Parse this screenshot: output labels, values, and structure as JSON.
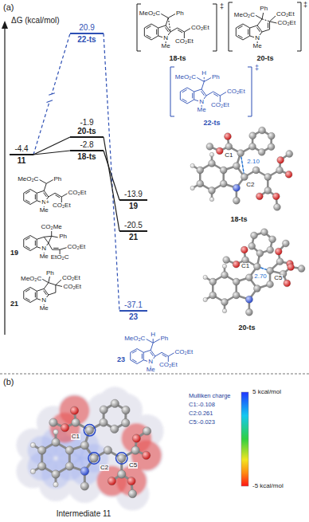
{
  "diagram": {
    "nodes": [
      {
        "text": [
          "-4.4",
          "11"
        ]
      },
      {
        "text": [
          "20.9",
          "22-ts"
        ]
      },
      {
        "text": [
          "-1.9",
          "20-ts"
        ]
      },
      {
        "text": [
          "-2.8",
          "18-ts"
        ]
      },
      {
        "text": [
          "-13.9",
          "19"
        ]
      },
      {
        "text": [
          "-20.5",
          "21"
        ]
      },
      {
        "text": [
          "-37.1",
          "23"
        ]
      }
    ],
    "edges": [
      {
        "from": 0,
        "to": 1,
        "arrow": "none"
      },
      {
        "from": 0,
        "to": 2,
        "arrow": "none"
      },
      {
        "from": 0,
        "to": 3,
        "arrow": "none"
      },
      {
        "from": 1,
        "to": 6,
        "arrow": "none"
      },
      {
        "from": 2,
        "to": 5,
        "arrow": "none"
      },
      {
        "from": 3,
        "to": 4,
        "arrow": "none"
      }
    ],
    "labels": [
      "(a)",
      "ΔG (kcal/mol)",
      "MeO₂C",
      "Ph",
      "N",
      "Me",
      "CO₂Et",
      "CO₂Et",
      "‡",
      "18-ts",
      "MeO₂C",
      "Ph",
      "CO₂Et",
      "CO₂Et",
      "N",
      "Me",
      "‡",
      "20-ts",
      "MeO₂C",
      "Ph",
      "H",
      "N",
      "Me",
      "CO₂Et",
      "CO₂Et",
      "‡",
      "22-ts",
      "MeO₂C",
      "Ph",
      "N",
      "+",
      "Me",
      "CO₂Et",
      "CO₂Et",
      "CO₂Me",
      "Ph",
      "N",
      "Me",
      "EtO₂C",
      "CO₂Et",
      "19",
      "MeO₂C",
      "Ph",
      "CO₂Et",
      "CO₂Et",
      "N",
      "Me",
      "21",
      "MeO₂C",
      "H",
      "Ph",
      "N",
      "Me",
      "CO₂Et",
      "CO₂Et",
      "23",
      "C1",
      "C2",
      "2.10",
      "18-ts",
      "C1",
      "C5",
      "2.70",
      "20-ts",
      "(b)",
      "Mulliken charge",
      "C1:-0.108",
      "C2:0.261",
      "C5:-0.023",
      "5 kcal/mol",
      "-5 kcal/mol",
      "C1",
      "C2",
      "C5",
      "Intermediate 11"
    ]
  }
}
